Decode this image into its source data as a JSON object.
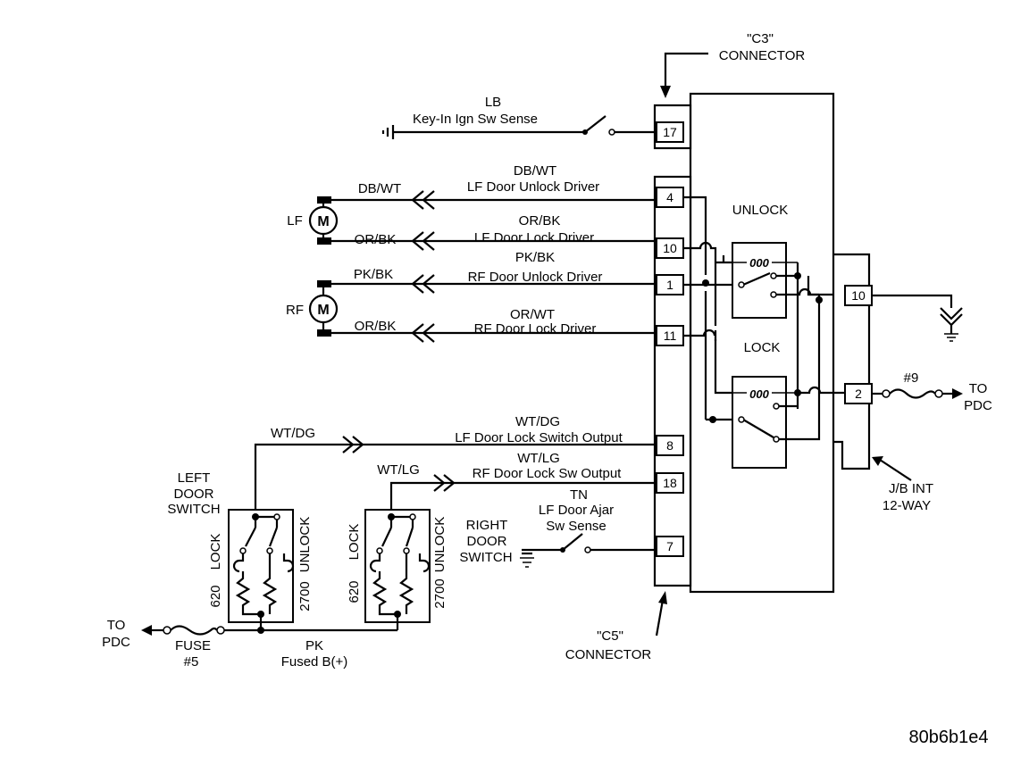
{
  "connectors": {
    "c3_name": "\"C3\"",
    "c3_word": "CONNECTOR",
    "c5_name": "\"C5\"",
    "c5_word": "CONNECTOR",
    "jb_line1": "J/B INT",
    "jb_line2": "12-WAY"
  },
  "pins": {
    "p17": "17",
    "p4": "4",
    "p10": "10",
    "p1": "1",
    "p11": "11",
    "p8": "8",
    "p18": "18",
    "p7": "7",
    "jb10": "10",
    "jb2": "2"
  },
  "circuits": {
    "keyin": {
      "color": "LB",
      "desc": "Key-In Ign Sw Sense"
    },
    "lf_unlock": {
      "color": "DB/WT",
      "desc": "LF Door Unlock Driver",
      "motor_side": "DB/WT"
    },
    "lf_lock": {
      "color": "OR/BK",
      "desc": "LF Door Lock Driver",
      "motor_side": "OR/BK"
    },
    "rf_unlock": {
      "color": "PK/BK",
      "desc": "RF Door Unlock Driver",
      "motor_side": "PK/BK"
    },
    "rf_lock": {
      "color": "OR/WT",
      "desc": "RF Door Lock Driver",
      "motor_side": "OR/BK"
    },
    "lf_sw_out": {
      "color": "WT/DG",
      "desc": "LF Door Lock Switch Output",
      "left_color": "WT/DG"
    },
    "rf_sw_out": {
      "color": "WT/LG",
      "desc": "RF Door Lock Sw Output",
      "left_color": "WT/LG"
    },
    "door_ajar": {
      "color": "TN",
      "desc1": "LF Door Ajar",
      "desc2": "Sw Sense"
    },
    "fused": {
      "color": "PK",
      "desc": "Fused B(+)"
    }
  },
  "motors": {
    "lf": "LF",
    "rf": "RF",
    "symbol": "M"
  },
  "relays": {
    "unlock": "UNLOCK",
    "lock": "LOCK",
    "coil": "000"
  },
  "left_door_switch": {
    "line1": "LEFT",
    "line2": "DOOR",
    "line3": "SWITCH",
    "lock": "LOCK",
    "unlock": "UNLOCK",
    "r1": "620",
    "r2": "2700"
  },
  "right_door_switch_box": {
    "lock": "LOCK",
    "unlock": "UNLOCK",
    "r1": "620",
    "r2": "2700"
  },
  "right_door_switch": {
    "line1": "RIGHT",
    "line2": "DOOR",
    "line3": "SWITCH"
  },
  "fuse5": {
    "to": "TO",
    "pdc": "PDC",
    "fuse": "FUSE",
    "num": "#5"
  },
  "fuse9": {
    "num": "#9",
    "to": "TO",
    "pdc": "PDC"
  },
  "figure_code": "80b6b1e4"
}
